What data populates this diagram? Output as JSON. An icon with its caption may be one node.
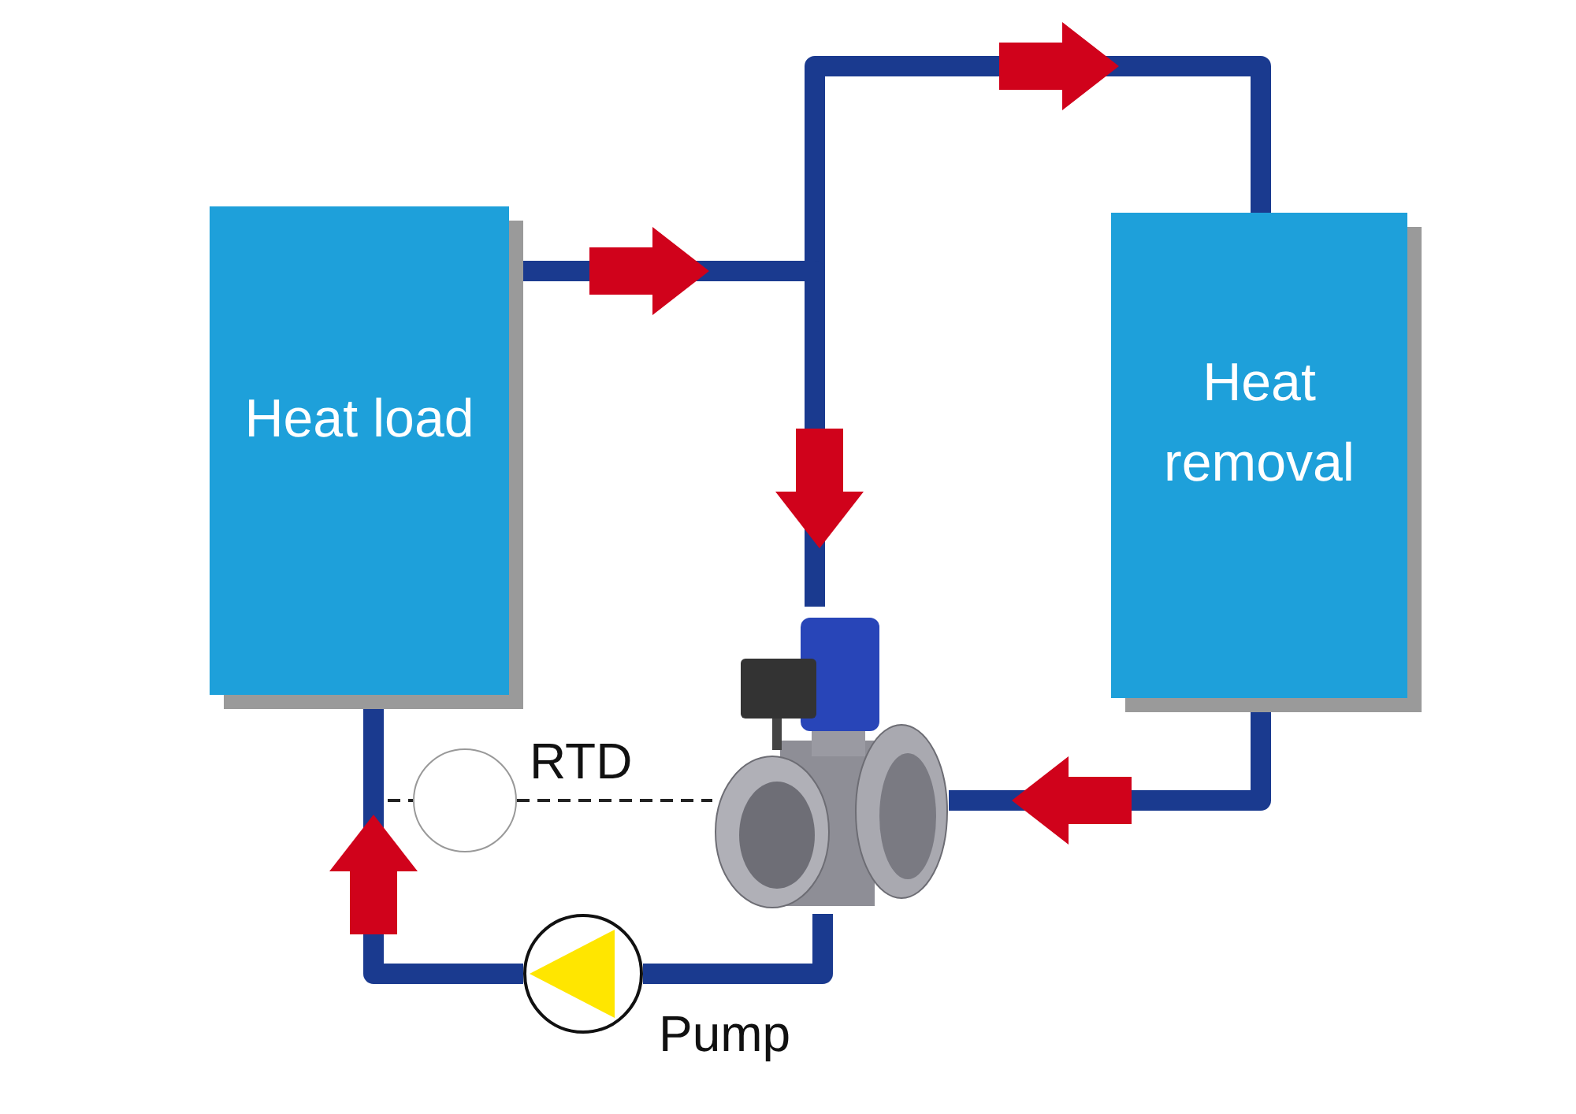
{
  "diagram": {
    "nodes": [
      {
        "text": [
          "Heat load"
        ]
      },
      {
        "text": [
          "Heat removal"
        ]
      },
      {
        "text": [],
        "shape": "picture"
      },
      {
        "text": [],
        "shape": "circle",
        "beside": [
          "Pump"
        ]
      },
      {
        "text": [],
        "shape": "circle",
        "beside": [
          "RTD"
        ]
      }
    ],
    "edges": [
      {
        "from": 0,
        "to": 1,
        "arrow": "none"
      },
      {
        "from": 0,
        "to": 2,
        "arrow": "none"
      },
      {
        "from": 1,
        "to": 2,
        "arrow": "none"
      },
      {
        "from": 2,
        "to": 3,
        "arrow": "none"
      },
      {
        "from": 3,
        "to": 0,
        "arrow": "none"
      },
      {
        "from": 4,
        "to": 2,
        "arrow": "none",
        "style": "dashed",
        "color": "#222222"
      }
    ]
  }
}
